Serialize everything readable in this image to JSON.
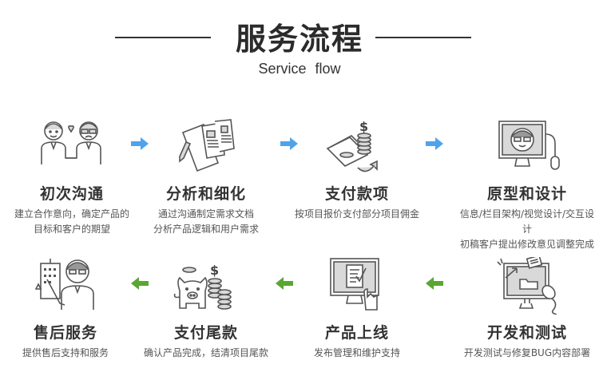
{
  "header": {
    "title": "服务流程",
    "subtitle": "Service  flow"
  },
  "colors": {
    "arrow_forward": "#4fa3ec",
    "arrow_back": "#5aa632",
    "icon_stroke": "#555555",
    "icon_fill": "#d9d9d9"
  },
  "steps": [
    {
      "name": "初次沟通",
      "desc": [
        "建立合作意向，确定产品的",
        "目标和客户的期望"
      ],
      "icon": "handshake-people-icon"
    },
    {
      "name": "分析和细化",
      "desc": [
        "通过沟通制定需求文档",
        "分析产品逻辑和用户需求"
      ],
      "icon": "documents-pencil-icon"
    },
    {
      "name": "支付款项",
      "desc": [
        "按项目报价支付部分项目佣金"
      ],
      "icon": "wallet-coins-icon"
    },
    {
      "name": "原型和设计",
      "desc": [
        "信息/栏目架构/视觉设计/交互设计",
        "初稿客户提出修改意见调整完成"
      ],
      "icon": "monitor-avatar-icon"
    },
    {
      "name": "开发和测试",
      "desc": [
        "开发测试与修复BUG内容部署"
      ],
      "icon": "monitor-folder-mouse-icon"
    },
    {
      "name": "产品上线",
      "desc": [
        "发布管理和维护支持"
      ],
      "icon": "monitor-checklist-icon"
    },
    {
      "name": "支付尾款",
      "desc": [
        "确认产品完成，结清项目尾款"
      ],
      "icon": "piggy-bank-coins-icon"
    },
    {
      "name": "售后服务",
      "desc": [
        "提供售后支持和服务"
      ],
      "icon": "support-person-building-icon"
    }
  ]
}
